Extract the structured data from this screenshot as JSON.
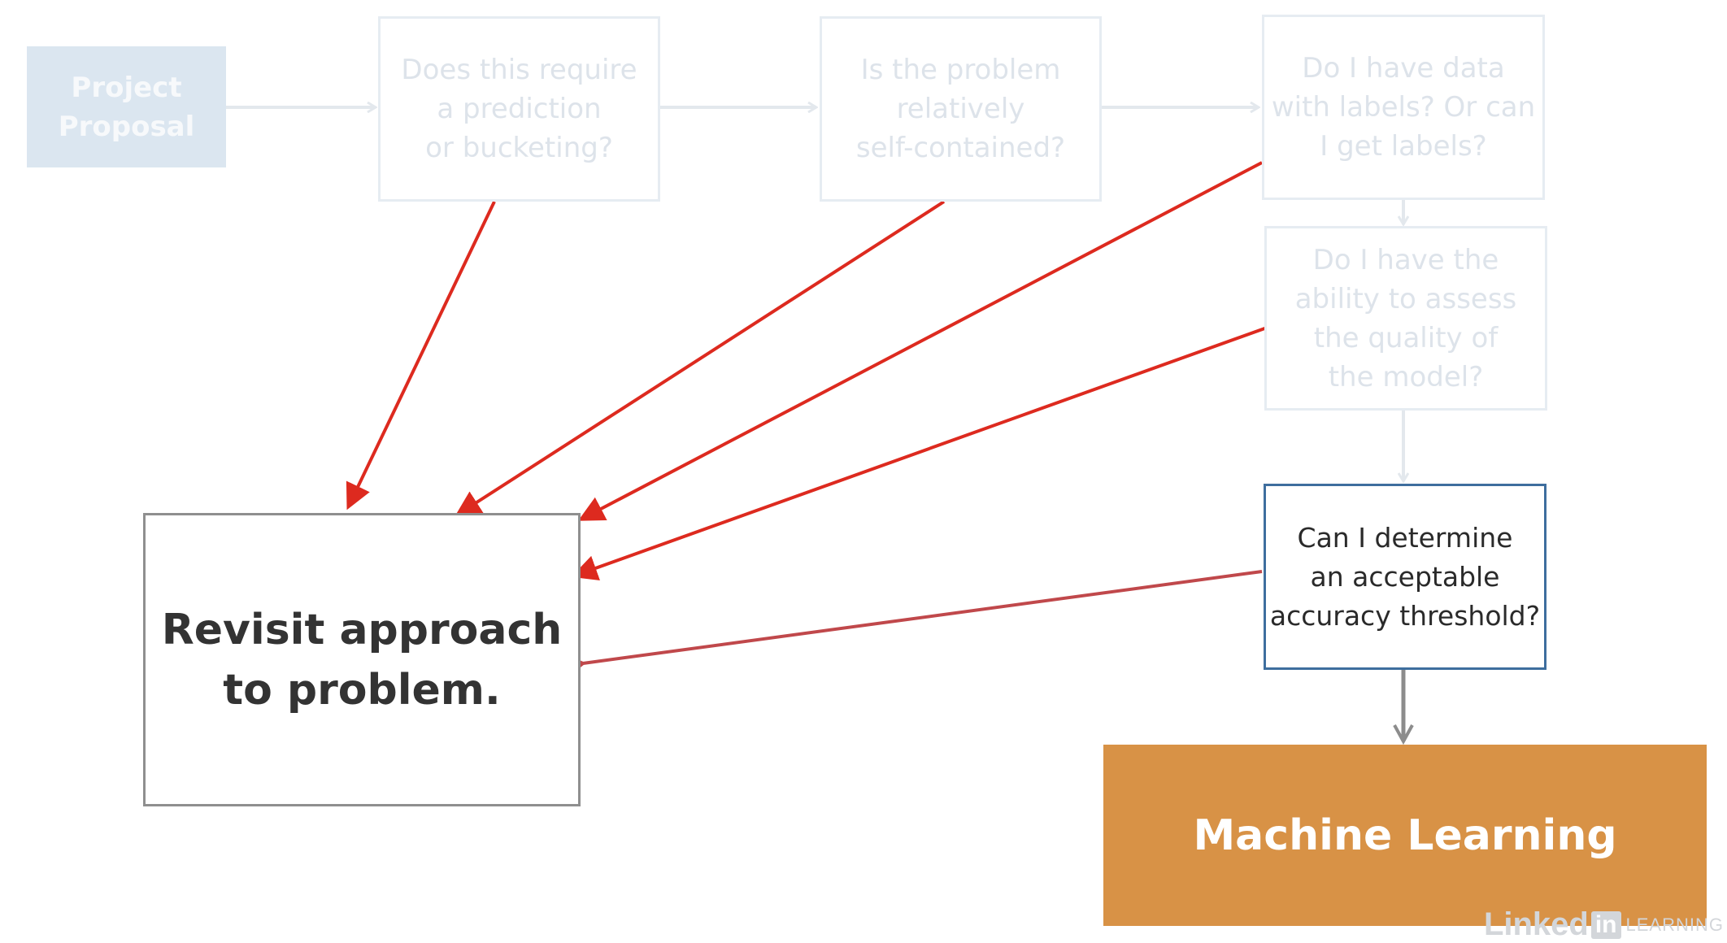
{
  "nodes": {
    "project_proposal": "Project\nProposal",
    "prediction": "Does this require\na prediction\nor bucketing?",
    "self_contained": "Is the problem\nrelatively\nself-contained?",
    "labels": "Do I have data\nwith labels? Or can\nI get labels?",
    "assess_quality": "Do I have the\nability to assess\nthe quality of\nthe model?",
    "accuracy_threshold": "Can I determine\nan acceptable\naccuracy threshold?",
    "revisit": "Revisit approach\nto problem.",
    "machine_learning": "Machine Learning"
  },
  "branding": {
    "word": "Linked",
    "in": "in",
    "sub": "LEARNING"
  },
  "colors": {
    "red_arrow": "#dd2a1f",
    "faded_arrow": "#e3e8ed",
    "grey_arrow": "#8c8c8c",
    "ml_fill": "#d89246",
    "active_border": "#3e6e9e"
  }
}
